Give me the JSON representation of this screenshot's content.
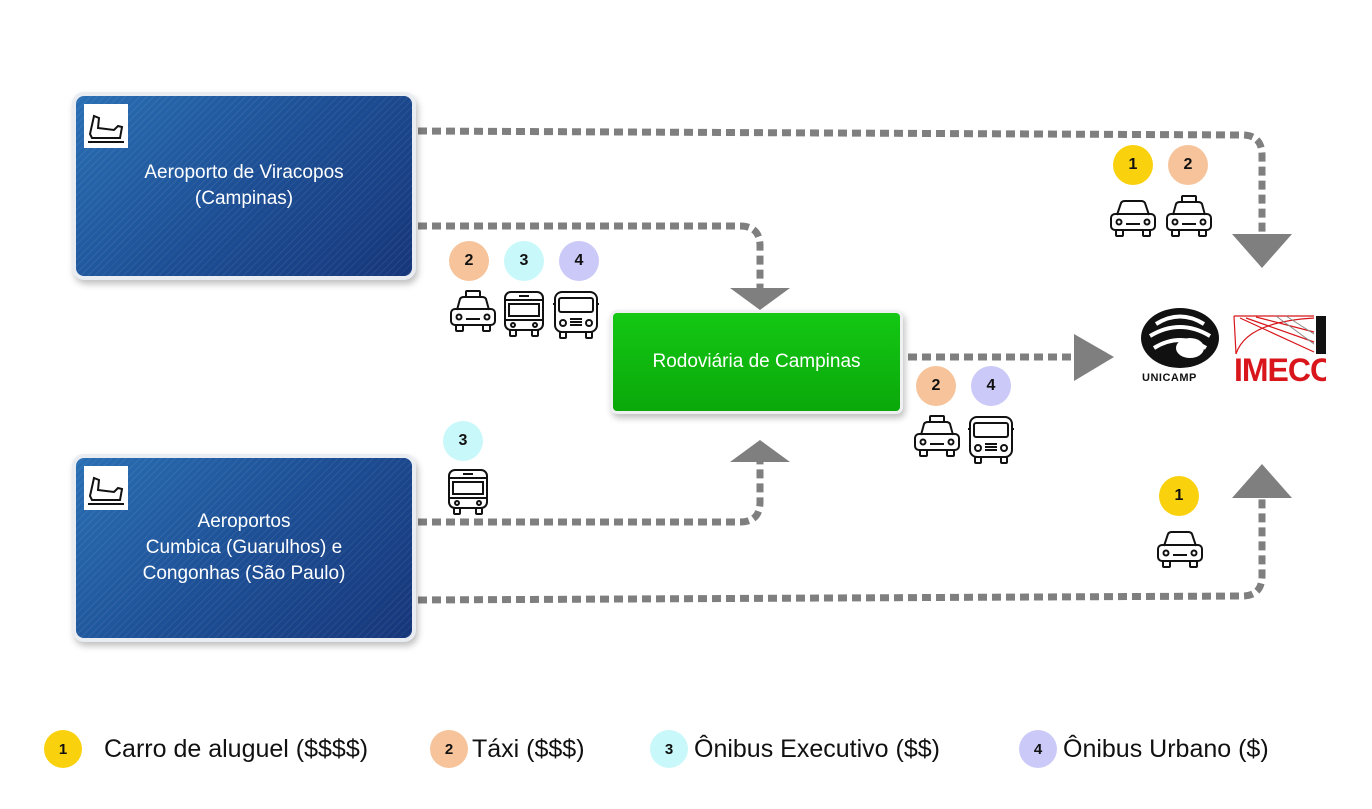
{
  "nodes": {
    "viracopos": "Aeroporto de Viracopos\n(Campinas)",
    "gru_cgh": "Aeroportos\nCumbica (Guarulhos) e\nCongonhas (São Paulo)",
    "rodoviaria": "Rodoviária de Campinas"
  },
  "logo": {
    "unicamp": "UNICAMP",
    "imecc": "IMECC"
  },
  "badges": {
    "top_1": "1",
    "top_2": "2",
    "mid_2": "2",
    "mid_3": "3",
    "mid_4": "4",
    "low_3": "3",
    "right_2": "2",
    "right_4": "4",
    "bottom_1": "1"
  },
  "legend": [
    {
      "num": "1",
      "label": "Carro de aluguel ($$$$)",
      "color": "#f9d10c"
    },
    {
      "num": "2",
      "label": "Táxi ($$$)",
      "color": "#f6c39a"
    },
    {
      "num": "3",
      "label": "Ônibus Executivo ($$)",
      "color": "#c9f8fa"
    },
    {
      "num": "4",
      "label": "Ônibus Urbano ($)",
      "color": "#cbc9f7"
    }
  ],
  "colors": {
    "rental": "#f9d10c",
    "taxi": "#f6c39a",
    "exec_bus": "#c9f8fa",
    "urban_bus": "#cbc9f7",
    "arrow": "#7f7f7f",
    "airport": "#1d4f95",
    "station": "#0db30d"
  },
  "icons": {
    "airport": "plane-icon",
    "rental": "car-icon",
    "taxi": "taxi-icon",
    "exec_bus": "bus-icon",
    "urban_bus": "city-bus-icon"
  }
}
